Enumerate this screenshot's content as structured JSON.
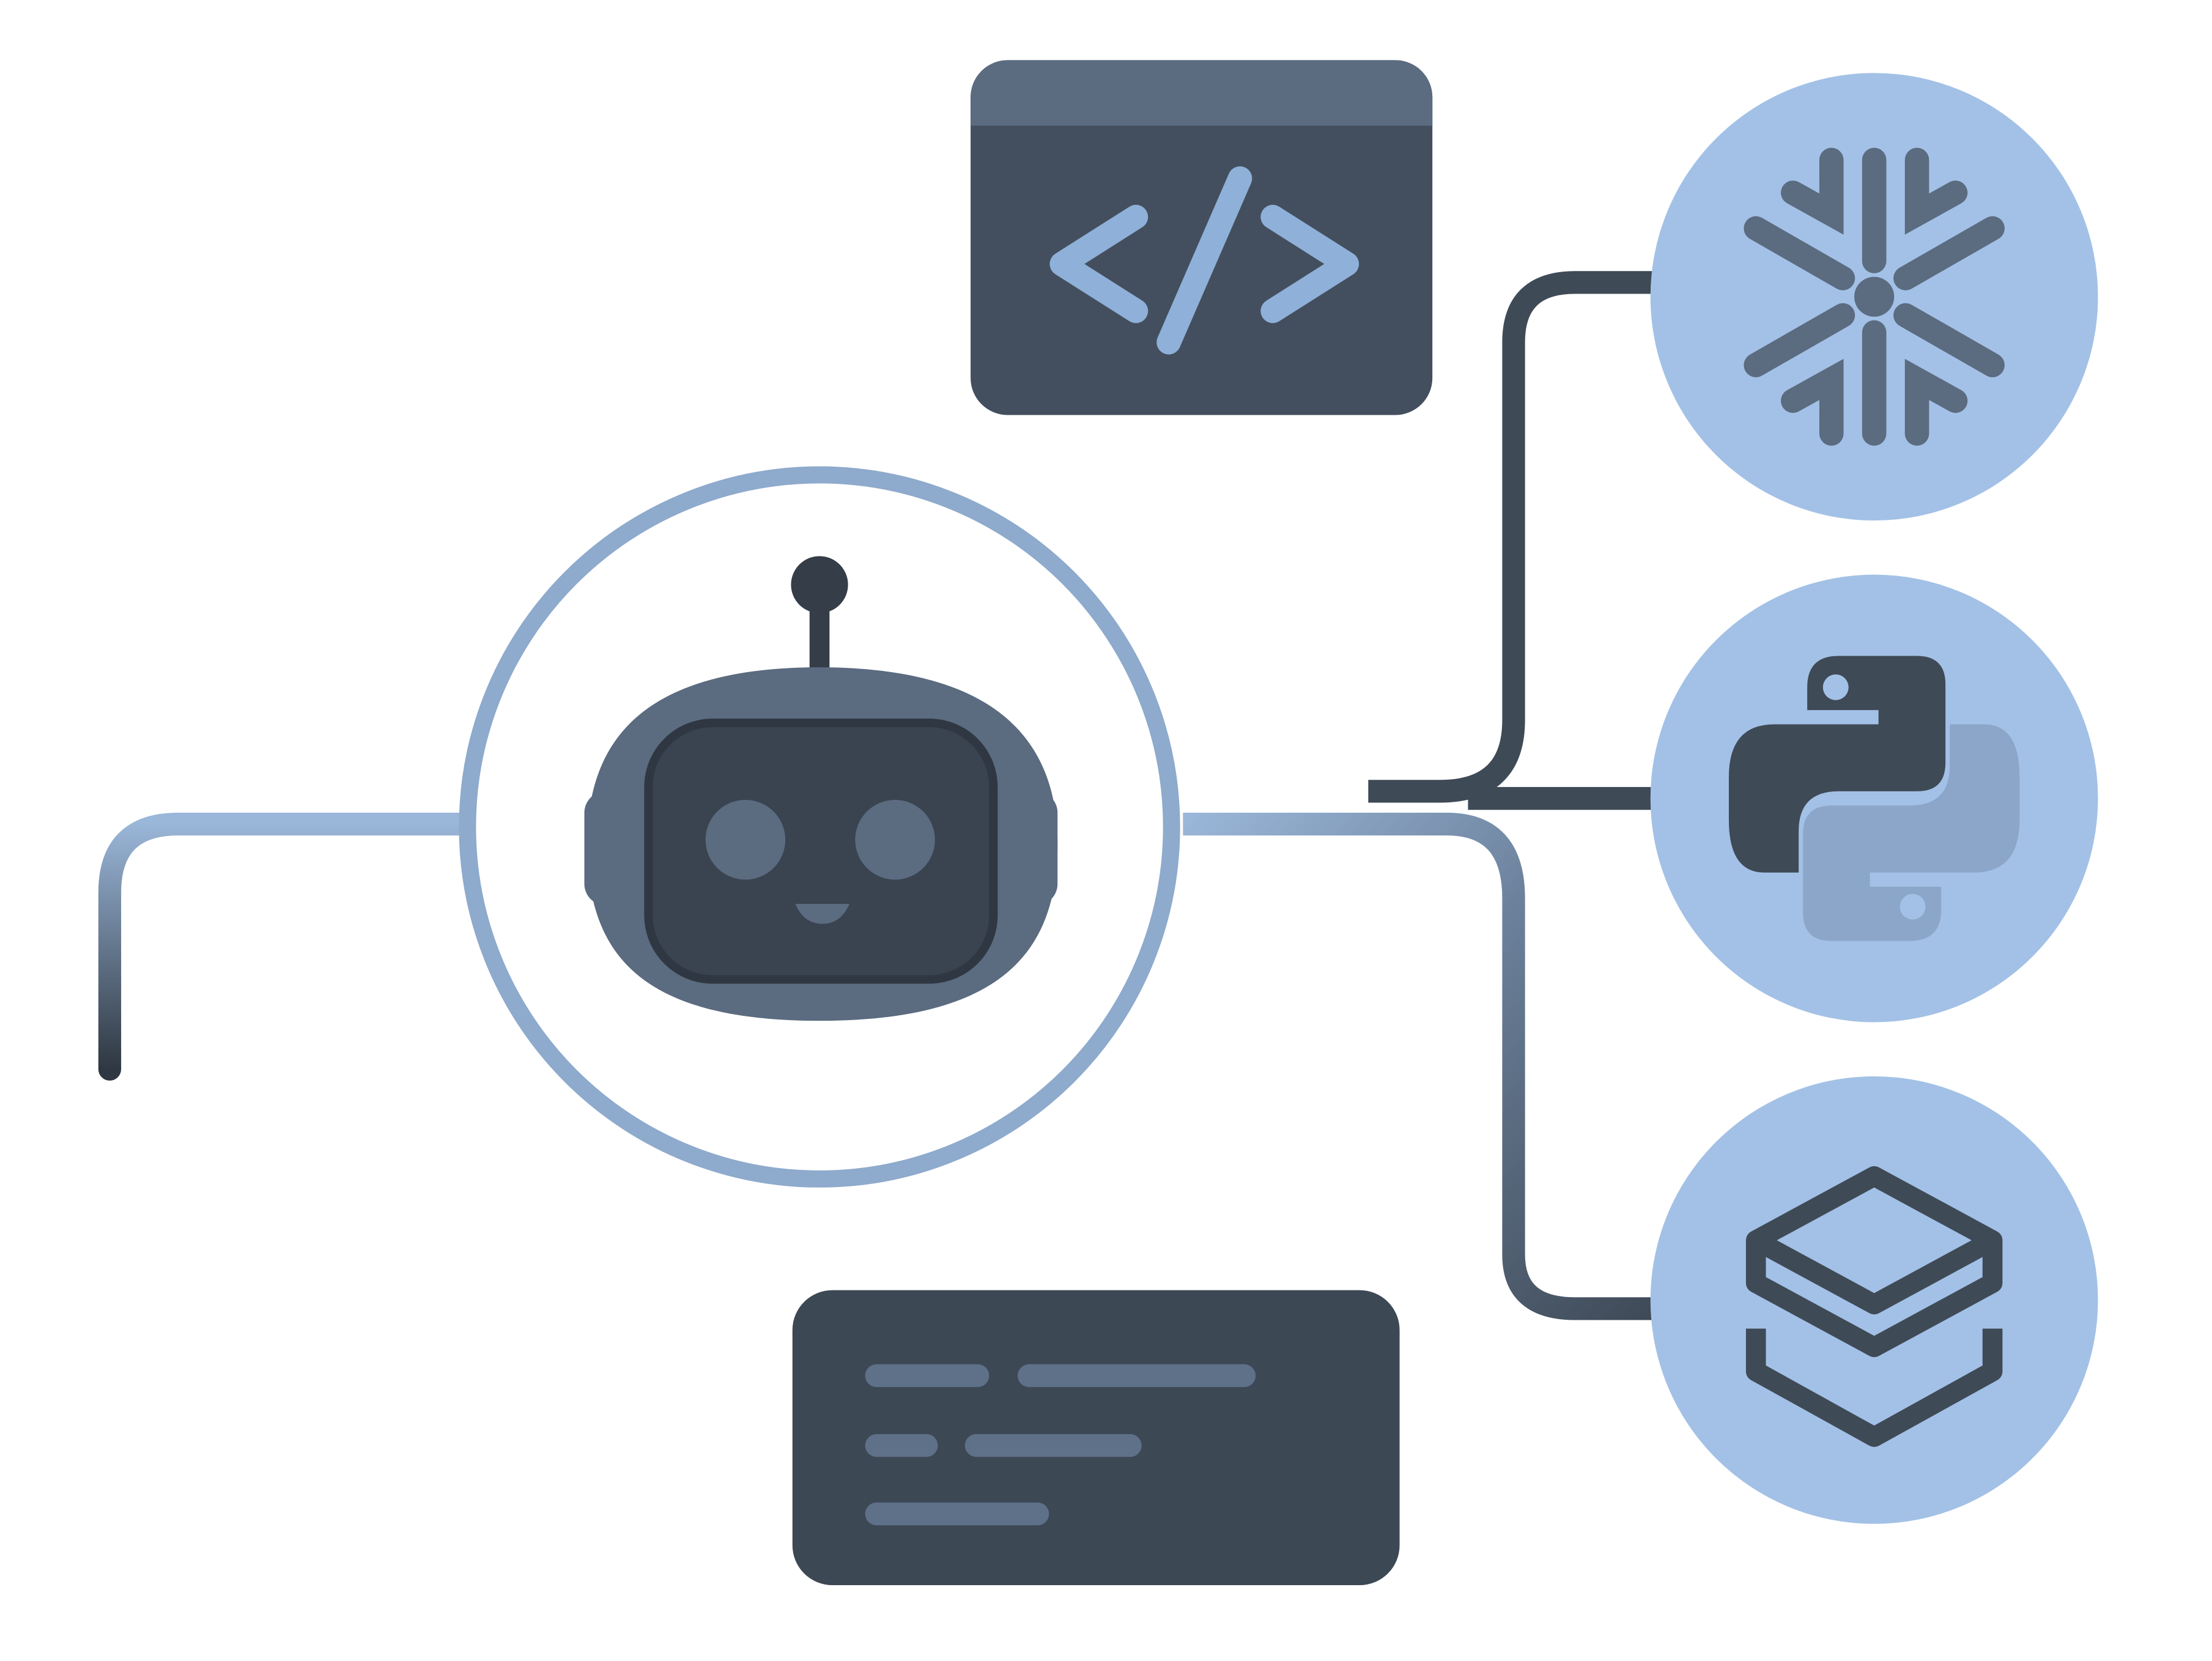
{
  "diagram": {
    "nodes": [
      {
        "id": "agent",
        "icon": "robot-icon"
      },
      {
        "id": "code",
        "icon": "code-window-icon"
      },
      {
        "id": "log",
        "icon": "text-lines-panel"
      },
      {
        "id": "snowflake",
        "icon": "snowflake-icon"
      },
      {
        "id": "python",
        "icon": "python-icon"
      },
      {
        "id": "stack",
        "icon": "layers-icon"
      }
    ],
    "edges": [
      {
        "from": "agent",
        "to": "snowflake"
      },
      {
        "from": "agent",
        "to": "python"
      },
      {
        "from": "agent",
        "to": "stack"
      },
      {
        "from": "agent",
        "to": "left-offscreen"
      }
    ]
  },
  "colors": {
    "background": "#ffffff",
    "panel_dark": "#414c5b",
    "panel_title": "#5b6b80",
    "accent_light": "#a3c1e6",
    "ring": "#8eaacc",
    "icon_blue": "#8fb0d8",
    "connector_dark": "#3f4a57",
    "line_bar": "#5f7089"
  }
}
